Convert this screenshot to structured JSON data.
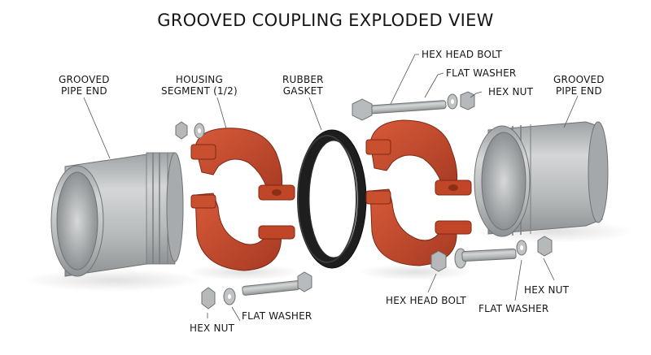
{
  "title": "GROOVED COUPLING EXPLODED VIEW",
  "labels": {
    "left_pipe": "GROOVED\nPIPE END",
    "housing": "HOUSING\nSEGMENT (1/2)",
    "gasket": "RUBBER\nGASKET",
    "top_bolt": "HEX HEAD BOLT",
    "top_washer": "FLAT WASHER",
    "top_nut": "HEX NUT",
    "right_pipe": "GROOVED\nPIPE END",
    "bl_nut": "HEX NUT",
    "bl_washer": "FLAT WASHER",
    "br_bolt": "HEX HEAD BOLT",
    "br_washer": "FLAT WASHER",
    "br_nut": "HEX NUT"
  },
  "colors": {
    "steel": "#b9bcbd",
    "housing": "#c8492c",
    "gasket": "#1c1c1c",
    "text": "#161616"
  }
}
